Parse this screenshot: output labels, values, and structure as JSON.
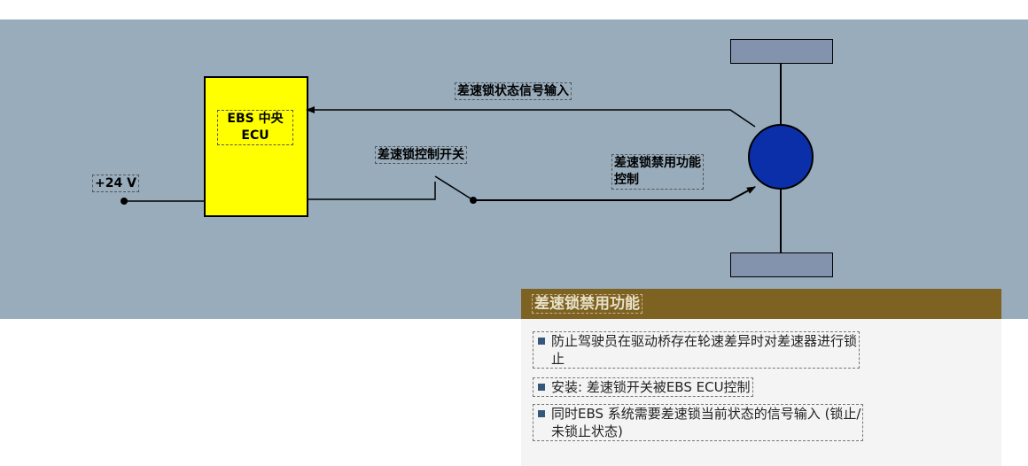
{
  "diagram": {
    "ecu_label_line1": "EBS 中央",
    "ecu_label_line2": "ECU",
    "voltage_label": "+24 V",
    "signal_input_label": "差速锁状态信号输入",
    "switch_label": "差速锁控制开关",
    "disable_control_line1": "差速锁禁用功能",
    "disable_control_line2": "控制"
  },
  "colors": {
    "background": "#98acbb",
    "ecu_fill": "#ffff00",
    "diff_lock_circle": "#0a2fa8",
    "wheel_fill": "#8393ad",
    "panel_header": "#7d6222"
  },
  "info_panel": {
    "title": "差速锁禁用功能",
    "bullets": [
      {
        "line1": "防止驾驶员在驱动桥存在轮速差异时对差速器进行锁",
        "line2": "止"
      },
      {
        "line1": "安装: 差速锁开关被EBS ECU控制",
        "line2": ""
      },
      {
        "line1": "同时EBS 系统需要差速锁当前状态的信号输入 (锁止/",
        "line2": "未锁止状态)"
      }
    ]
  }
}
